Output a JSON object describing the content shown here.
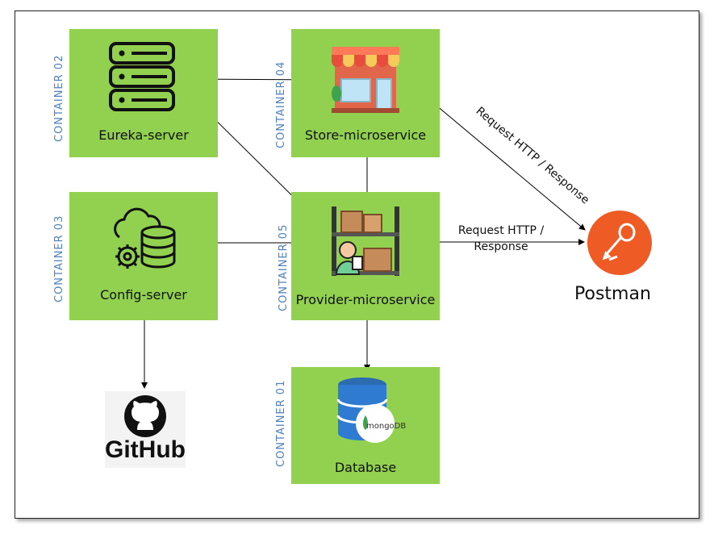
{
  "containers": {
    "c01": "CONTAINER 01",
    "c02": "CONTAINER 02",
    "c03": "CONTAINER 03",
    "c04": "CONTAINER 04",
    "c05": "CONTAINER 05"
  },
  "nodes": {
    "eureka": "Eureka-server",
    "store": "Store-microservice",
    "config": "Config-server",
    "provider": "Provider-microservice",
    "database": "Database",
    "postman": "Postman",
    "github": "GitHub",
    "mongodb": "mongoDB"
  },
  "edges": {
    "store_postman": "Request HTTP / Response",
    "provider_postman_line1": "Request HTTP /",
    "provider_postman_line2": "Response"
  },
  "colors": {
    "box": "#92d050",
    "container_label": "#4f81bd",
    "postman": "#ef5b25"
  }
}
